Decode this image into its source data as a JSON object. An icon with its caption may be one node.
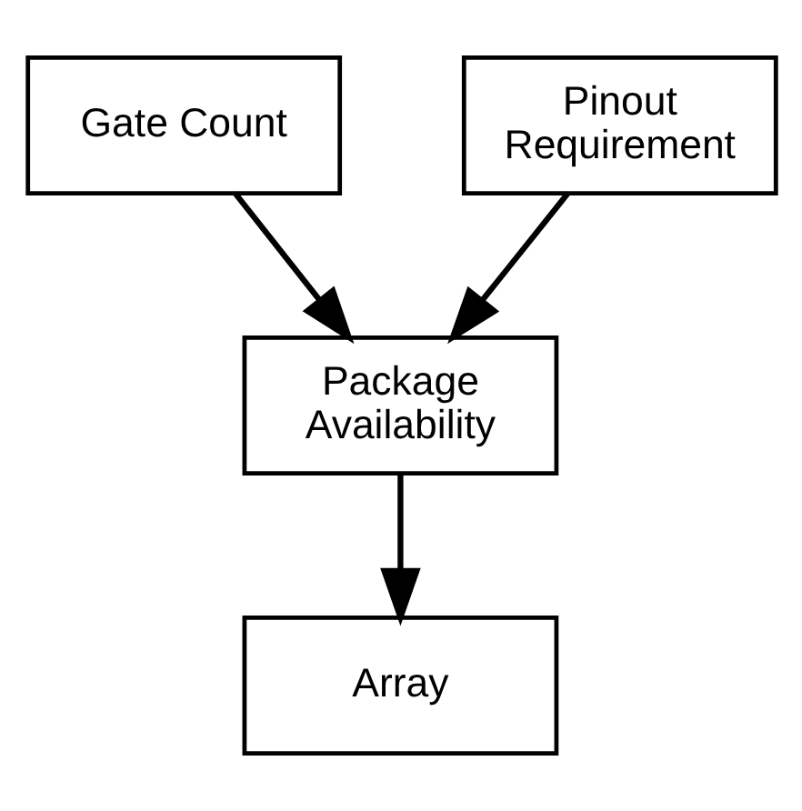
{
  "diagram": {
    "nodes": [
      {
        "text": [
          "Gate Count"
        ]
      },
      {
        "text": [
          "Pinout Requirement"
        ]
      },
      {
        "text": [
          "Package Availability"
        ]
      },
      {
        "text": [
          "Array"
        ]
      }
    ],
    "edges": [
      {
        "from": 0,
        "to": 2,
        "arrow": "to"
      },
      {
        "from": 1,
        "to": 2,
        "arrow": "to"
      },
      {
        "from": 2,
        "to": 3,
        "arrow": "to"
      }
    ]
  }
}
